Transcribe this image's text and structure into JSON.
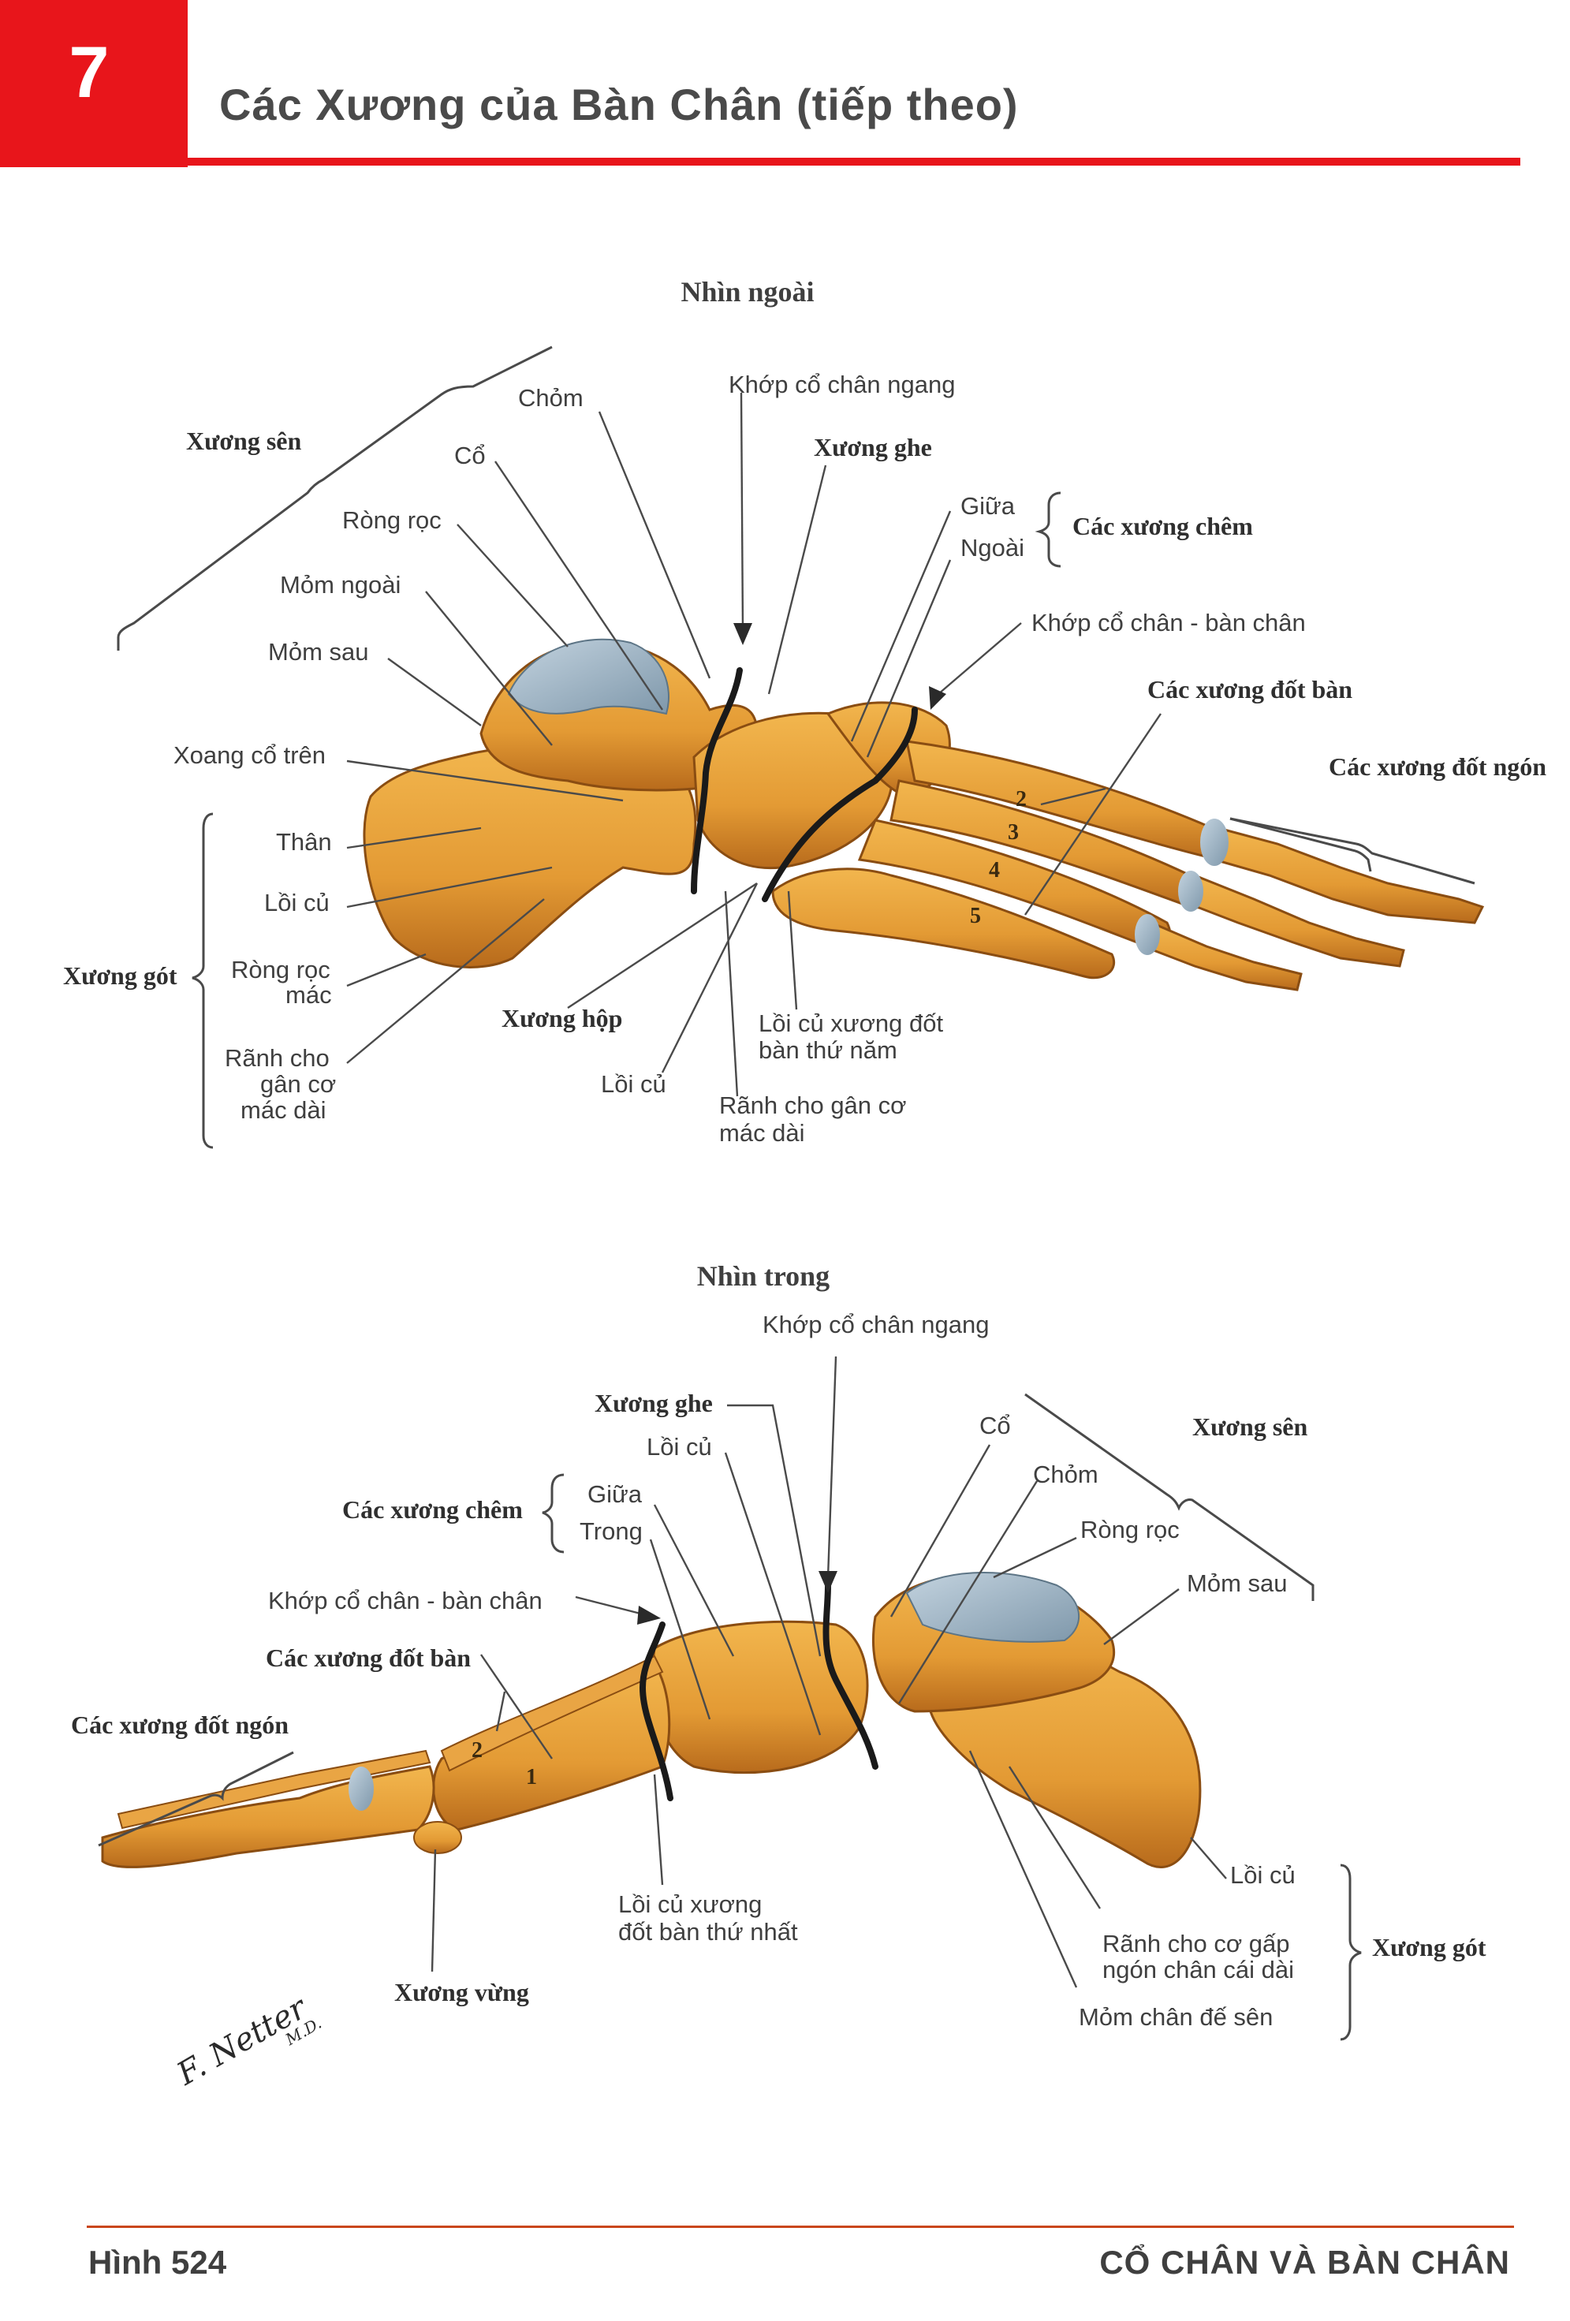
{
  "header": {
    "chapter_number": "7",
    "title": "Các Xương của Bàn Chân (tiếp theo)"
  },
  "lateral_view": {
    "view_title": "Nhìn ngoài",
    "talus_group": "Xương sên",
    "talus_head": "Chỏm",
    "talus_neck": "Cổ",
    "talus_trochlea": "Ròng rọc",
    "lateral_process": "Mỏm ngoài",
    "posterior_process": "Mỏm sau",
    "tarsal_sinus": "Xoang cổ trên",
    "transverse_tarsal_joint": "Khớp cổ chân ngang",
    "navicular": "Xương ghe",
    "cuneiform_intermediate": "Giữa",
    "cuneiform_lateral": "Ngoài",
    "cuneiforms_group": "Các xương chêm",
    "tarsometatarsal_joint": "Khớp cổ chân - bàn chân",
    "metatarsals": "Các xương đốt bàn",
    "phalanges": "Các xương đốt ngón",
    "calcaneus_group": "Xương gót",
    "calcaneus_body": "Thân",
    "calcaneal_tuberosity": "Lồi củ",
    "peroneal_trochlea_1": "Ròng rọc",
    "peroneal_trochlea_2": "mác",
    "groove_calc_1": "Rãnh cho",
    "groove_calc_2": "gân cơ",
    "groove_calc_3": "mác dài",
    "cuboid": "Xương hộp",
    "cuboid_tuberosity": "Lồi củ",
    "fifth_met_tuberosity_1": "Lồi củ xương đốt",
    "fifth_met_tuberosity_2": "bàn thứ năm",
    "groove_cuboid_1": "Rãnh cho gân cơ",
    "groove_cuboid_2": "mác dài",
    "metatarsal_numbers": [
      "2",
      "3",
      "4",
      "5"
    ]
  },
  "medial_view": {
    "view_title": "Nhìn trong",
    "transverse_tarsal_joint": "Khớp cổ chân ngang",
    "navicular": "Xương ghe",
    "navicular_tuberosity": "Lồi củ",
    "cuneiforms_group": "Các xương chêm",
    "cuneiform_intermediate": "Giữa",
    "cuneiform_medial": "Trong",
    "tarsometatarsal_joint": "Khớp cổ chân - bàn chân",
    "metatarsals": "Các xương đốt bàn",
    "phalanges": "Các xương đốt ngón",
    "talus_neck": "Cổ",
    "talus_group": "Xương sên",
    "talus_head": "Chỏm",
    "talus_trochlea": "Ròng rọc",
    "posterior_process": "Mỏm sau",
    "calcaneal_tuberosity": "Lồi củ",
    "calcaneus_group": "Xương gót",
    "fhl_groove_1": "Rãnh cho cơ gấp",
    "fhl_groove_2": "ngón chân cái dài",
    "sustentaculum_tali": "Mỏm chân đế sên",
    "first_met_tuberosity_1": "Lồi củ xương",
    "first_met_tuberosity_2": "đốt bàn thứ nhất",
    "sesamoid": "Xương vừng",
    "metatarsal_numbers": [
      "2",
      "1"
    ]
  },
  "footer": {
    "figure_label": "Hình 524",
    "section_label": "CỔ CHÂN VÀ BÀN CHÂN"
  },
  "colors": {
    "accent_red": "#e8151b",
    "bone": "#e8a23c",
    "bone_shadow": "#b86b1c",
    "cartilage": "#9db3c3"
  },
  "signature": "F. Netter M.D."
}
